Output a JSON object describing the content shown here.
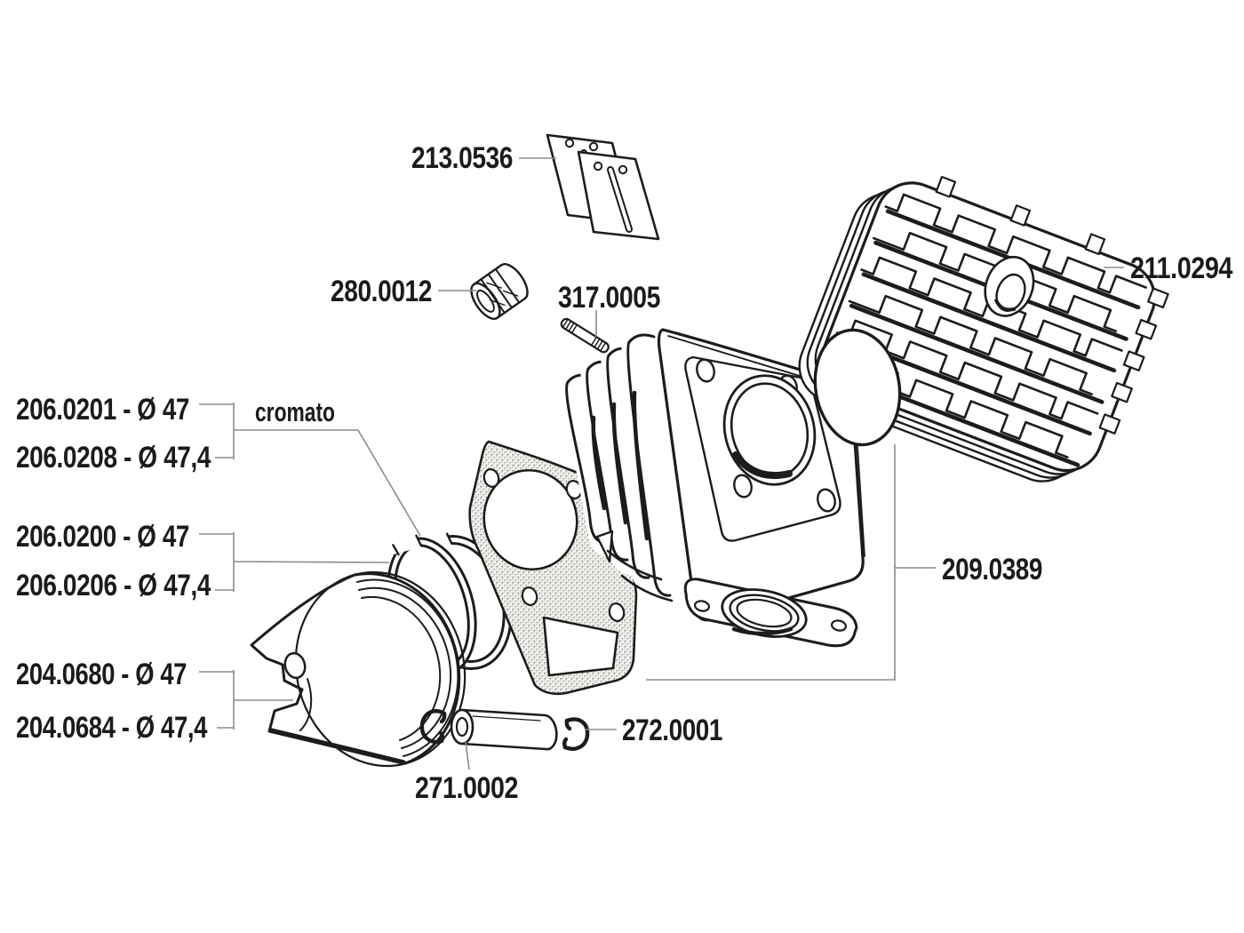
{
  "diagram": {
    "kind": "exploded-parts-diagram",
    "subject": "cylinder kit with head, piston, rings, gaskets and small parts",
    "colors": {
      "background": "#ffffff",
      "ink": "#1c1c1c",
      "leader": "#8b8b8b"
    },
    "parts": {
      "reed_valve_shims": {
        "code": "213.0536"
      },
      "small_end_bearing": {
        "code": "280.0012"
      },
      "cylinder_stud": {
        "code": "317.0005"
      },
      "cylinder_head": {
        "code": "211.0294"
      },
      "gasket_set": {
        "code": "209.0389"
      },
      "ring_chrome_d47": {
        "code": "206.0201 - Ø 47"
      },
      "ring_chrome_d474": {
        "code": "206.0208 - Ø 47,4"
      },
      "ring_d47": {
        "code": "206.0200 - Ø 47"
      },
      "ring_d474": {
        "code": "206.0206 - Ø 47,4"
      },
      "piston_d47": {
        "code": "204.0680 - Ø 47"
      },
      "piston_d474": {
        "code": "204.0684 - Ø 47,4"
      },
      "piston_pin_circlip": {
        "code": "272.0001"
      },
      "piston_pin": {
        "code": "271.0002"
      },
      "coating_note": {
        "text": "cromato"
      }
    }
  }
}
